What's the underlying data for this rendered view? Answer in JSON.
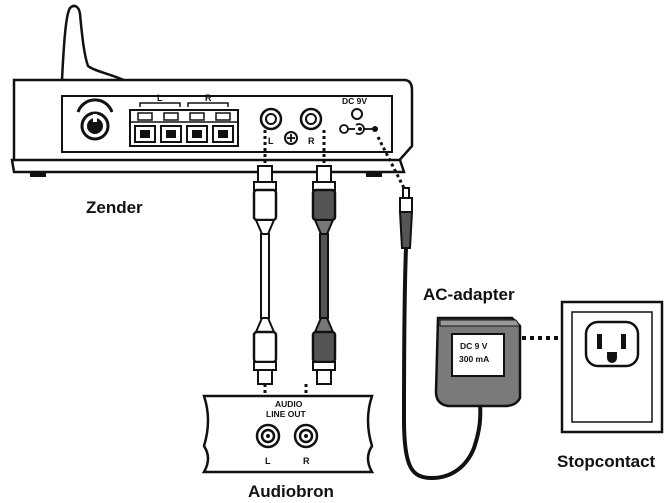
{
  "transmitter": {
    "label": "Zender",
    "left_channel_label": "L",
    "right_channel_label": "R",
    "jack_left_label": "L",
    "jack_right_label": "R",
    "dc_input_label": "DC 9V"
  },
  "audio_source": {
    "label": "Audiobron",
    "panel_line1": "AUDIO",
    "panel_line2": "LINE OUT",
    "jack_left_label": "L",
    "jack_right_label": "R"
  },
  "adapter": {
    "label": "AC-adapter",
    "spec_line1": "DC 9 V",
    "spec_line2": "300 mA"
  },
  "outlet": {
    "label": "Stopcontact"
  }
}
